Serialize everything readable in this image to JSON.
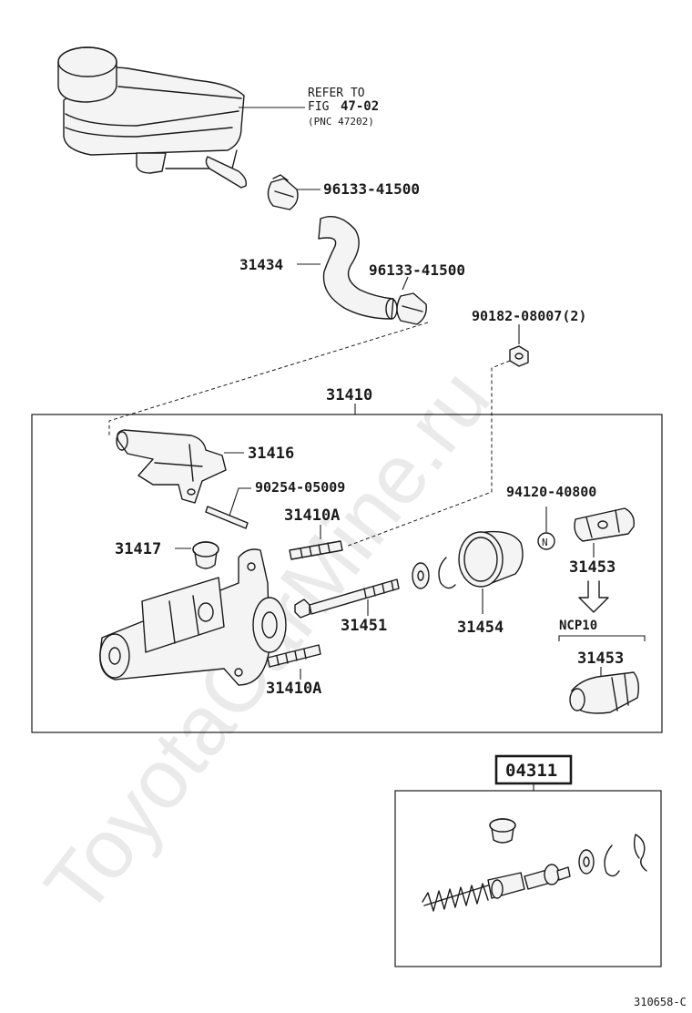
{
  "watermark": "ToyotaCarMine.ru",
  "refer": {
    "line1": "REFER TO",
    "line2_prefix": "FIG",
    "line2_num": "47-02",
    "line3": "(PNC 47202)"
  },
  "labels": {
    "clamp_upper": "96133-41500",
    "hose": "31434",
    "clamp_lower": "96133-41500",
    "nut": "90182-08007(2)",
    "assembly": "31410",
    "union": "31416",
    "pin": "90254-05009",
    "stud_upper": "31410A",
    "plug": "31417",
    "pushrod_bolt": "31451",
    "boot": "31454",
    "clip": "94120-40800",
    "clevis": "31453",
    "ncp": "NCP10",
    "clevis_ncp": "31453",
    "stud_lower": "31410A",
    "kit": "04311",
    "n_mark": "N"
  },
  "footer_code": "310658-C"
}
